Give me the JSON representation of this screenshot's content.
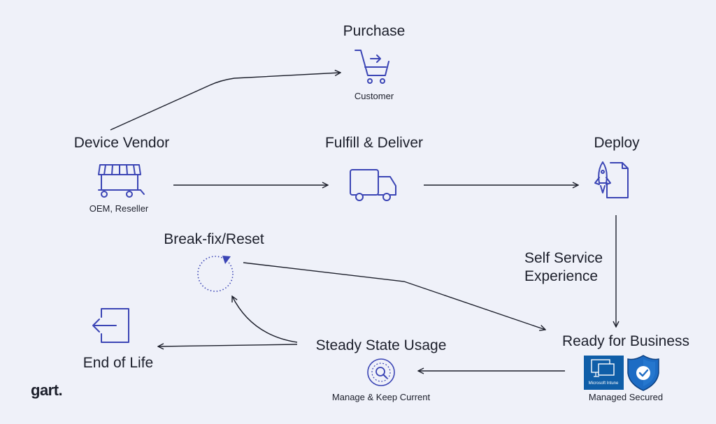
{
  "nodes": {
    "purchase": {
      "title": "Purchase",
      "sub": "Customer"
    },
    "vendor": {
      "title": "Device Vendor",
      "sub": "OEM, Reseller"
    },
    "fulfill": {
      "title": "Fulfill & Deliver"
    },
    "deploy": {
      "title": "Deploy"
    },
    "breakfix": {
      "title": "Break-fix/Reset"
    },
    "selfservice": {
      "line1": "Self Service",
      "line2": "Experience"
    },
    "ready": {
      "title": "Ready for Business",
      "sub": "Managed Secured",
      "intune_label": "Microsoft Intune"
    },
    "steady": {
      "title": "Steady State Usage",
      "sub": "Manage & Keep Current"
    },
    "eol": {
      "title": "End of Life"
    }
  },
  "logo": {
    "text": "gart."
  },
  "colors": {
    "accent": "#3b45b5",
    "background": "#eff1f9",
    "intune_blue": "#0f5ea8",
    "shield_blue": "#1d6cc4"
  },
  "icons": [
    "shopping-cart-icon",
    "storefront-icon",
    "delivery-truck-icon",
    "rocket-document-icon",
    "refresh-circle-icon",
    "exit-door-icon",
    "magnifier-circle-icon",
    "intune-icon",
    "shield-check-icon"
  ]
}
